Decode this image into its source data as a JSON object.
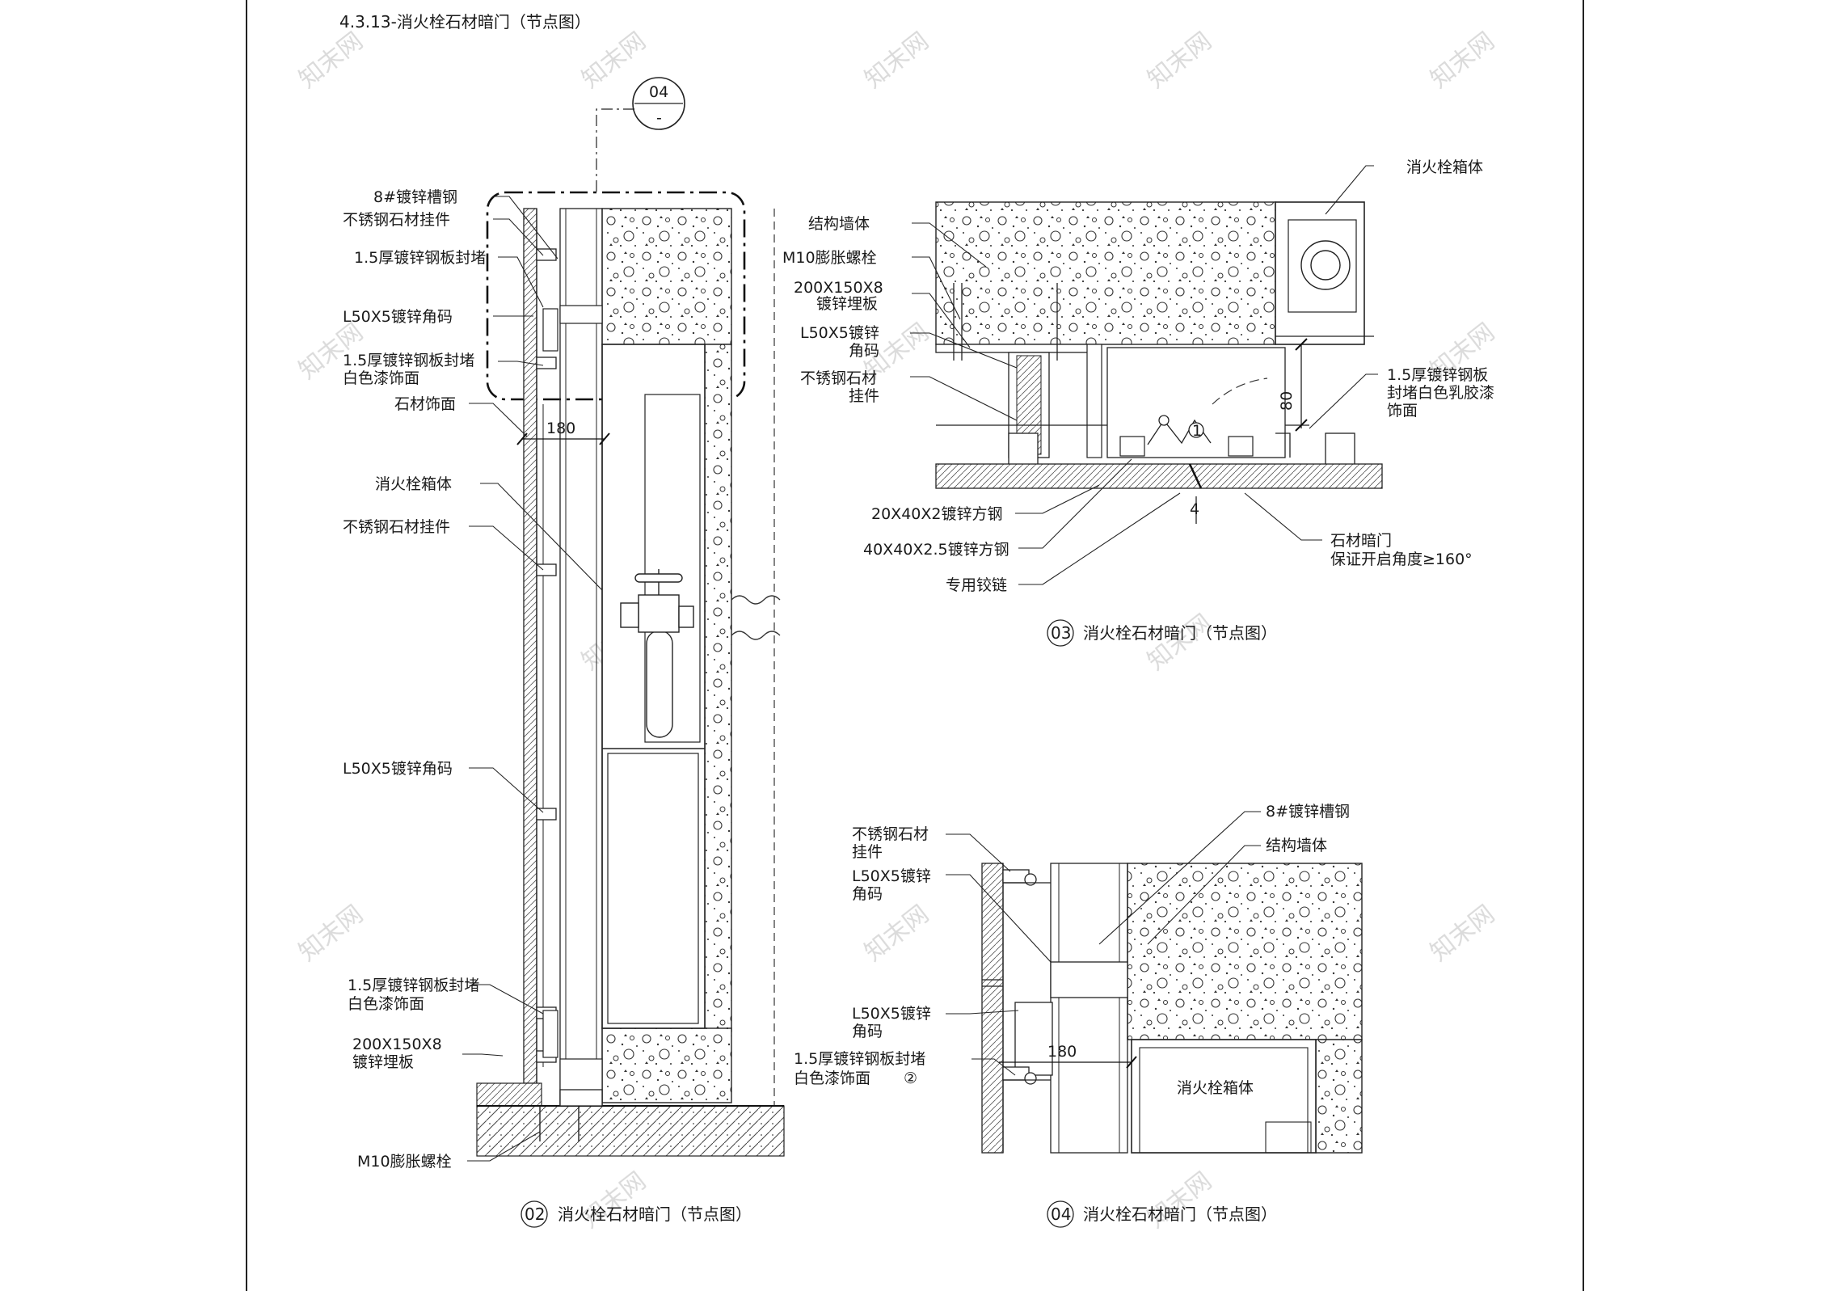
{
  "sheet": {
    "title": "4.3.13-消火栓石材暗门（节点图）",
    "watermark": "知末网"
  },
  "views": {
    "v02": {
      "number": "02",
      "caption": "消火栓石材暗门（节点图）",
      "callout": {
        "top": "04",
        "bottom": "-"
      },
      "dimension": "180",
      "labels": {
        "channel": "8#镀锌槽钢",
        "hanger_top": "不锈钢石材挂件",
        "plate_seal_top": "1.5厚镀锌钢板封堵",
        "angle_top": "L50X5镀锌角码",
        "plate_seal_paint_1": "1.5厚镀锌钢板封堵",
        "plate_seal_paint_2": "白色漆饰面",
        "stone_finish": "石材饰面",
        "box": "消火栓箱体",
        "hanger_mid": "不锈钢石材挂件",
        "angle_mid": "L50X5镀锌角码",
        "plate_seal_bottom_1": "1.5厚镀锌钢板封堵",
        "plate_seal_bottom_2": "白色漆饰面",
        "embed_1": "200X150X8",
        "embed_2": "镀锌埋板",
        "bolt": "M10膨胀螺栓"
      }
    },
    "v03": {
      "number": "03",
      "caption": "消火栓石材暗门（节点图）",
      "dim_vertical": "80",
      "dim_gap": "4",
      "hinge_mark": "1",
      "labels": {
        "box": "消火栓箱体",
        "wall": "结构墙体",
        "bolt": "M10膨胀螺栓",
        "embed_1": "200X150X8",
        "embed_2": "镀锌埋板",
        "angle_1": "L50X5镀锌",
        "angle_2": "角码",
        "hanger_1": "不锈钢石材",
        "hanger_2": "挂件",
        "plate_1": "1.5厚镀锌钢板",
        "plate_2": "封堵白色乳胶漆",
        "plate_3": "饰面",
        "tube_small": "20X40X2镀锌方钢",
        "tube_large": "40X40X2.5镀锌方钢",
        "hinge": "专用铰链",
        "door_1": "石材暗门",
        "door_2": "保证开启角度≥160°"
      }
    },
    "v04": {
      "number": "04",
      "caption": "消火栓石材暗门（节点图）",
      "dimension": "180",
      "circle_mark": "②",
      "labels": {
        "channel": "8#镀锌槽钢",
        "wall": "结构墙体",
        "hanger_1": "不锈钢石材",
        "hanger_2": "挂件",
        "angle_top_1": "L50X5镀锌",
        "angle_top_2": "角码",
        "angle_bot_1": "L50X5镀锌",
        "angle_bot_2": "角码",
        "plate_1": "1.5厚镀锌钢板封堵",
        "plate_2": "白色漆饰面",
        "box": "消火栓箱体"
      }
    }
  }
}
